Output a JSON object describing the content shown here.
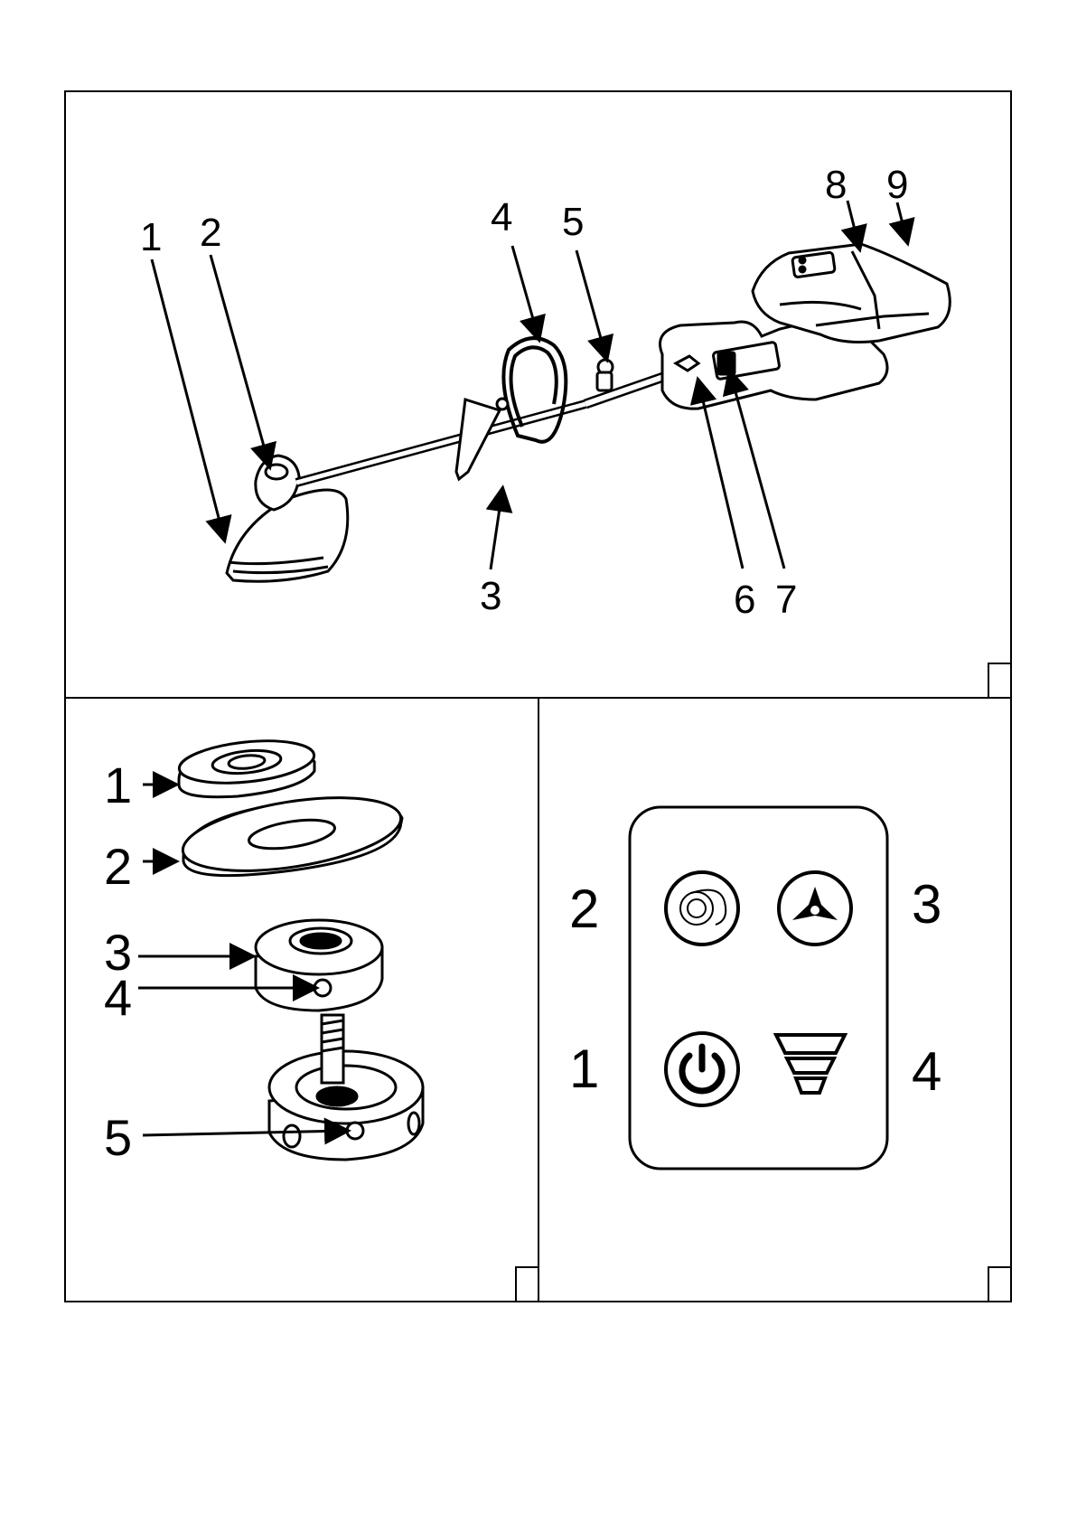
{
  "figure_a": {
    "callouts": [
      "1",
      "2",
      "3",
      "4",
      "5",
      "6",
      "7",
      "8",
      "9"
    ]
  },
  "figure_b": {
    "callouts": [
      "1",
      "2",
      "3",
      "4",
      "5"
    ]
  },
  "figure_c": {
    "callouts": [
      "1",
      "2",
      "3",
      "4"
    ],
    "icons": [
      "power-icon",
      "spool-icon",
      "blade-icon",
      "speed-level-icon"
    ]
  }
}
